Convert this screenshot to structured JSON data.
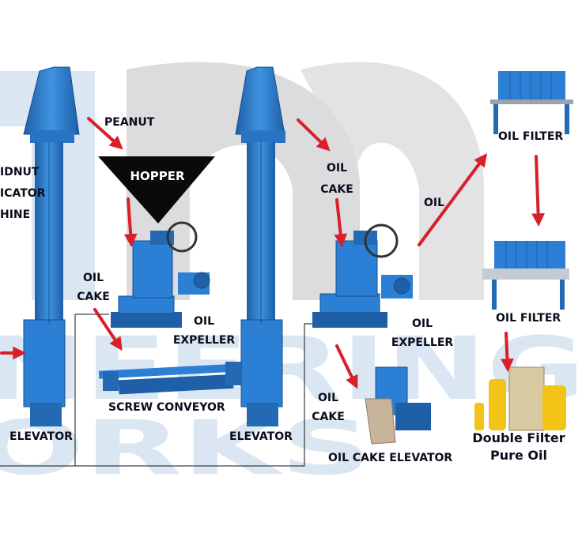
{
  "watermark": {
    "line1": "NEERING",
    "line2": "ORKS"
  },
  "labels": {
    "left_machine": [
      "IDNUT",
      "ICATOR",
      "HINE"
    ],
    "peanut": "PEANUT",
    "hopper": "HOPPER",
    "oil_cake_1": [
      "OIL",
      "CAKE"
    ],
    "oil_expeller_1": [
      "OIL",
      "EXPELLER"
    ],
    "screw_conveyor": "SCREW CONVEYOR",
    "elevator_1": "ELEVATOR",
    "elevator_2": "ELEVATOR",
    "oil_cake_2": [
      "OIL",
      "CAKE"
    ],
    "oil": "OIL",
    "oil_expeller_2": [
      "OIL",
      "EXPELLER"
    ],
    "oil_cake_3": [
      "OIL",
      "CAKE"
    ],
    "oil_cake_elevator": "OIL CAKE ELEVATOR",
    "oil_filter_1": "OIL FILTER",
    "oil_filter_2": "OIL FILTER",
    "final_product": [
      "Double Filter",
      "Pure Oil"
    ]
  },
  "colors": {
    "machine_blue": "#2b7fd4",
    "machine_dark": "#1e5fa8",
    "arrow_red": "#d81f2a",
    "watermark_blue": "#dbe6f3",
    "watermark_grey": "#d9d9db",
    "hopper_black": "#0a0a0a",
    "oil_yellow": "#f2c418"
  }
}
